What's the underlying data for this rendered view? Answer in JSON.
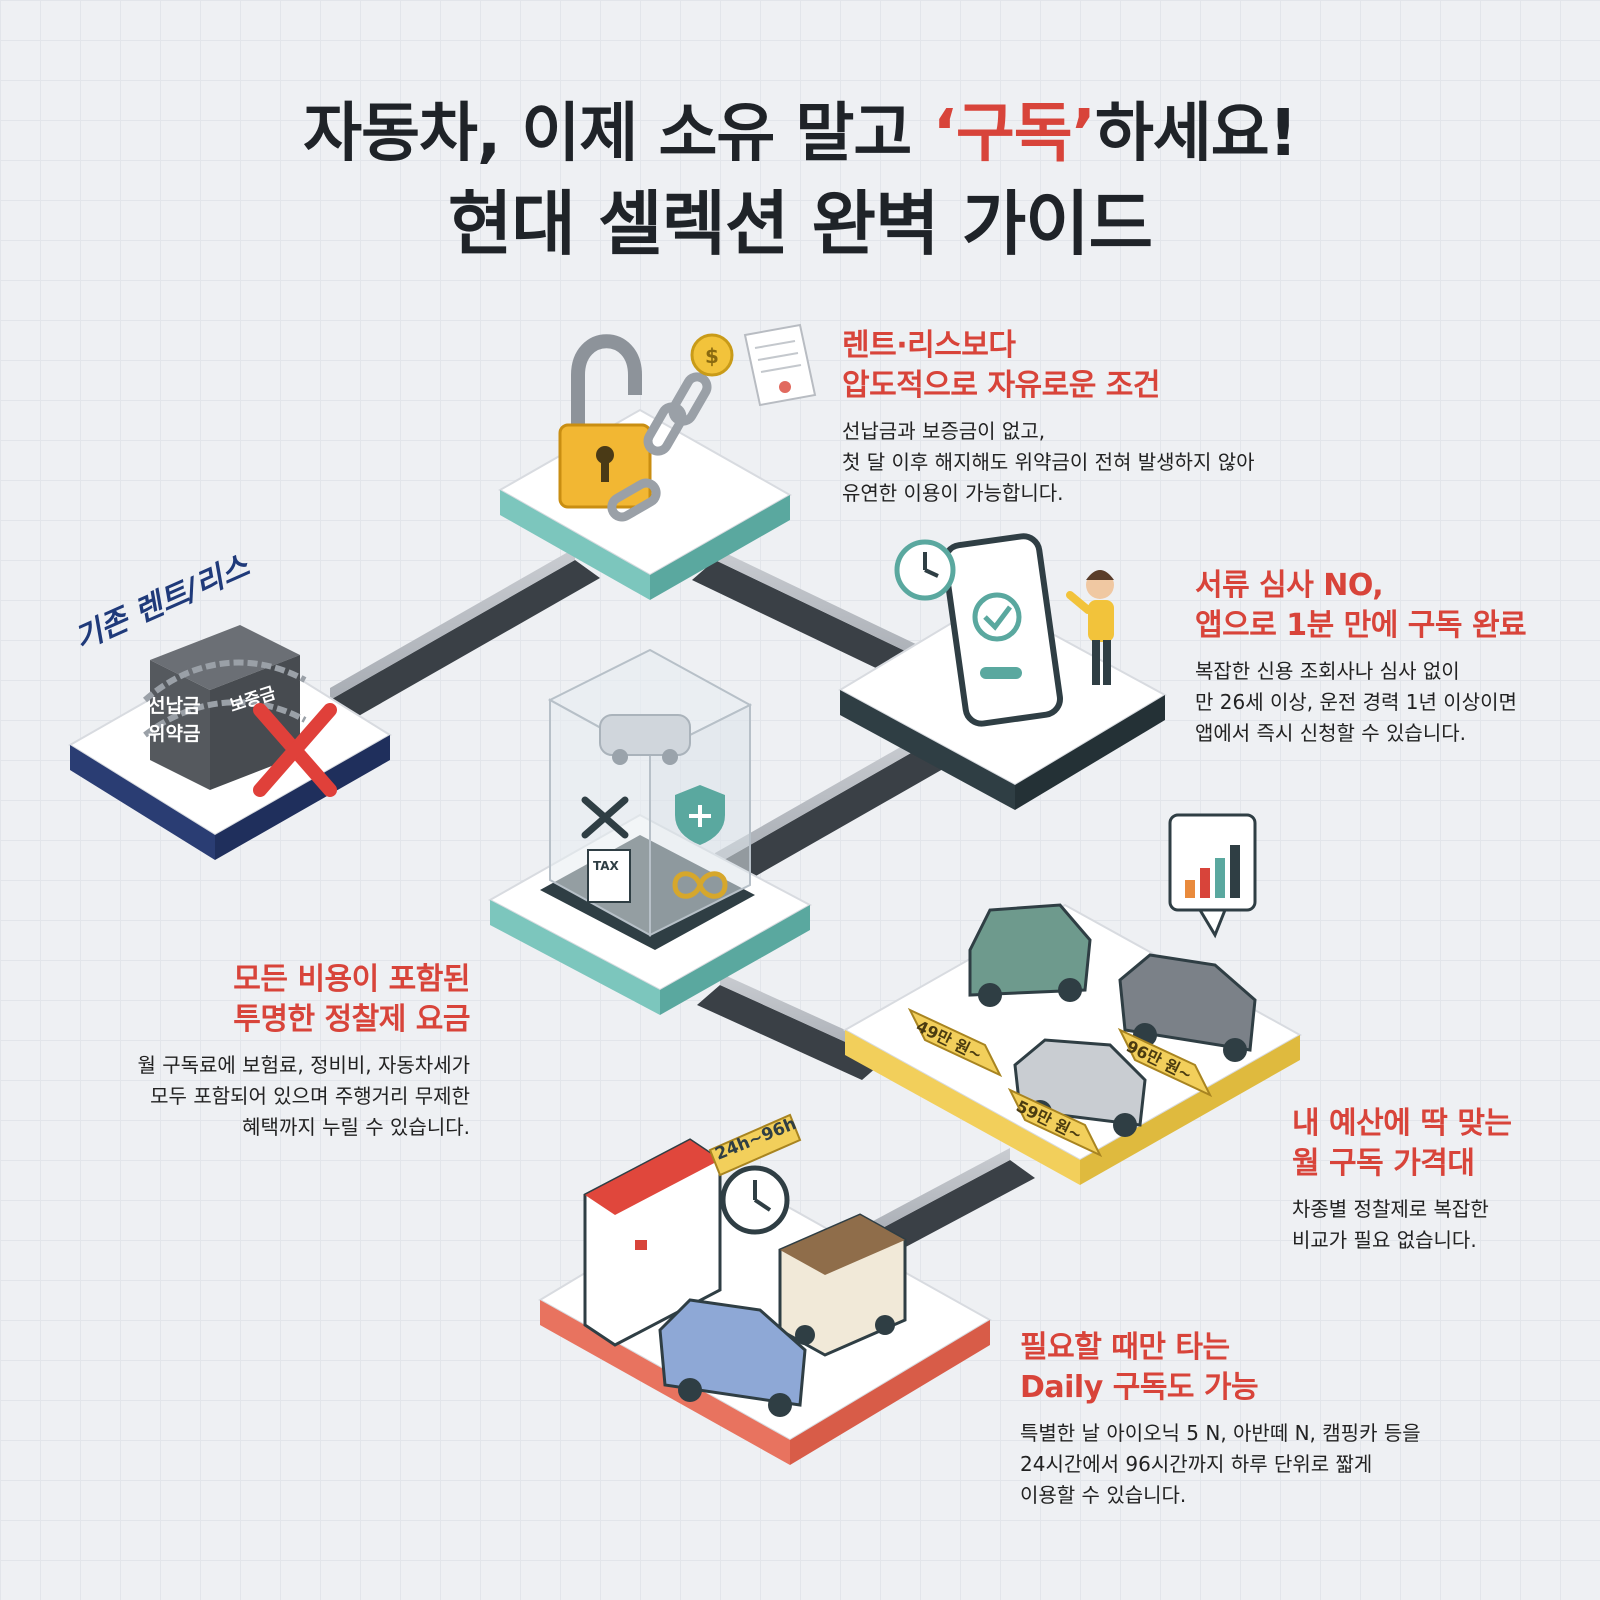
{
  "header": {
    "title_pre": "자동차, 이제 소유 말고 ",
    "title_accent": "‘구독’",
    "title_post": "하세요!",
    "subtitle": "현대 셀렉션 완벽 가이드"
  },
  "old_option": {
    "label": "기존 렌트/리스",
    "box_text_1": "선납금",
    "box_text_2": "위약금",
    "box_text_3": "보증금"
  },
  "features": [
    {
      "head_1": "렌트·리스보다",
      "head_2": "압도적으로 자유로운 조건",
      "body_1": "선납금과 보증금이 없고,",
      "body_2": "첫 달 이후 해지해도 위약금이 전혀 발생하지 않아",
      "body_3": "유연한 이용이 가능합니다."
    },
    {
      "head_1": "서류 심사 NO,",
      "head_2": "앱으로 1분 만에 구독 완료",
      "body_1": "복잡한 신용 조회사나 심사 없이",
      "body_2": "만 26세 이상, 운전 경력 1년 이상이면",
      "body_3": "앱에서 즉시 신청할 수 있습니다."
    },
    {
      "head_1": "모든 비용이 포함된",
      "head_2": "투명한 정찰제 요금",
      "body_1": "월 구독료에 보험료, 정비비, 자동차세가",
      "body_2": "모두 포함되어 있으며 주행거리 무제한",
      "body_3": "혜택까지 누릴 수 있습니다."
    },
    {
      "head_1": "내 예산에 딱 맞는",
      "head_2": "월 구독 가격대",
      "body_1": "차종별 정찰제로 복잡한",
      "body_2": "비교가 필요 없습니다."
    },
    {
      "head_1": "필요할 때만 타는",
      "head_2": "Daily 구독도 가능",
      "body_1": "특별한 날 아이오닉 5 N, 아반떼 N, 캠핑카 등을",
      "body_2": "24시간에서 96시간까지 하루 단위로 짧게",
      "body_3": "이용할 수 있습니다."
    }
  ],
  "price_tags": [
    "49만 원~",
    "59만 원~",
    "96만 원~"
  ],
  "daily_tag": "24h~96h",
  "tax_label": "TAX",
  "colors": {
    "accent_red": "#d8443a",
    "navy": "#1f3a7a",
    "teal": "#7cc6bd",
    "yellow": "#f2cf5b",
    "dark_slate": "#2f3e44"
  }
}
